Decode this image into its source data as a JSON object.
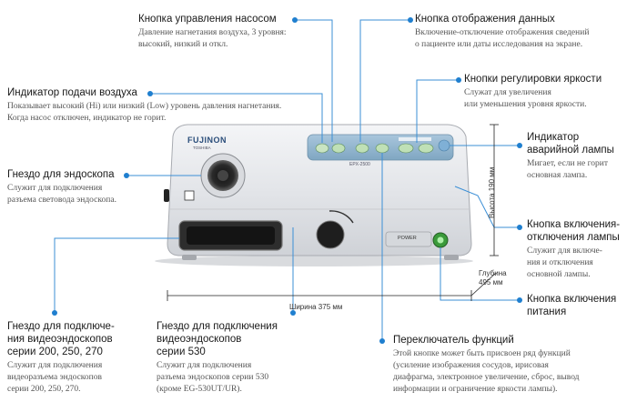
{
  "callouts": {
    "pump_button": {
      "title": "Кнопка управления насосом",
      "desc": [
        "Давление нагнетания воздуха, 3 уровня:",
        "высокий, низкий и откл."
      ]
    },
    "data_button": {
      "title": "Кнопка отображения данных",
      "desc": [
        "Включение-отключение отображения сведений",
        "о пациенте или даты исследования на экране."
      ]
    },
    "brightness_buttons": {
      "title": "Кнопки регулировки яркости",
      "desc": [
        "Служат для увеличения",
        "или уменьшения уровня яркости."
      ]
    },
    "air_indicator": {
      "title": "Индикатор подачи воздуха",
      "desc": [
        "Показывает высокий (Hi) или низкий (Low) уровень давления нагнетания.",
        "Когда насос отключен, индикатор не горит."
      ]
    },
    "emergency_lamp": {
      "title": [
        "Индикатор",
        "аварийной лампы"
      ],
      "desc": [
        "Мигает, если не горит",
        "основная лампа."
      ]
    },
    "endoscope_socket": {
      "title": "Гнездо для эндоскопа",
      "desc": [
        "Служит для подключения",
        "разъема световода эндоскопа."
      ]
    },
    "lamp_button": {
      "title": [
        "Кнопка включения-",
        "отключения лампы"
      ],
      "desc": [
        "Служит для включе-",
        "ния и отключения",
        "основной лампы."
      ]
    },
    "video_200": {
      "title": [
        "Гнездо для подключе-",
        "ния видеоэндоскопов",
        "серии 200, 250, 270"
      ],
      "desc": [
        "Служит для подключения",
        "видеоразъема эндоскопов",
        "серии 200, 250, 270."
      ]
    },
    "video_530": {
      "title": [
        "Гнездо для подключения",
        "видеоэндоскопов",
        "серии 530"
      ],
      "desc": [
        "Служит для подключения",
        "разъема эндоскопов серии 530",
        "(кроме EG-530UT/UR)."
      ]
    },
    "power_button": {
      "title": [
        "Кнопка включения",
        "питания"
      ],
      "desc": []
    },
    "function_switch": {
      "title": "Переключатель функций",
      "desc": [
        "Этой кнопке может быть присвоен ряд функций",
        "(усиление изображения сосудов, ирисовая",
        "диафрагма, электронное увеличение, сброс, вывод",
        "информации и ограничение яркости лампы)."
      ]
    }
  },
  "dimensions": {
    "height_label": "Высота 190 мм",
    "width_label": "Ширина 375 мм",
    "depth_label": [
      "Глубина",
      "495 мм"
    ]
  },
  "device": {
    "brand": "FUJINON",
    "brand_sub": "TOSHIBA",
    "model": "EPX-2500",
    "power_label": "POWER"
  },
  "colors": {
    "line": "#3b8fd6",
    "dot": "#1f7fcf"
  }
}
